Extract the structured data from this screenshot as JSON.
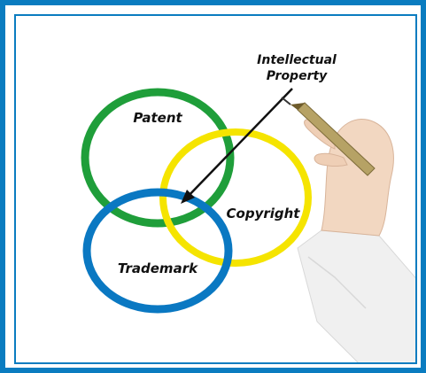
{
  "diagram": {
    "pointer_label_line1": "Intellectual",
    "pointer_label_line2": "Property",
    "circles": [
      {
        "label": "Patent",
        "color": "#1f9e3a"
      },
      {
        "label": "Copyright",
        "color": "#f5e400"
      },
      {
        "label": "Trademark",
        "color": "#0a78c2"
      }
    ]
  },
  "colors": {
    "outer_border": "#0a7cc0",
    "inner_border": "#0a7cc0",
    "background": "#ffffff",
    "text": "#111111"
  },
  "icons": {
    "hand": "hand-holding-pen-icon",
    "arrow": "arrow-pointer-icon"
  }
}
